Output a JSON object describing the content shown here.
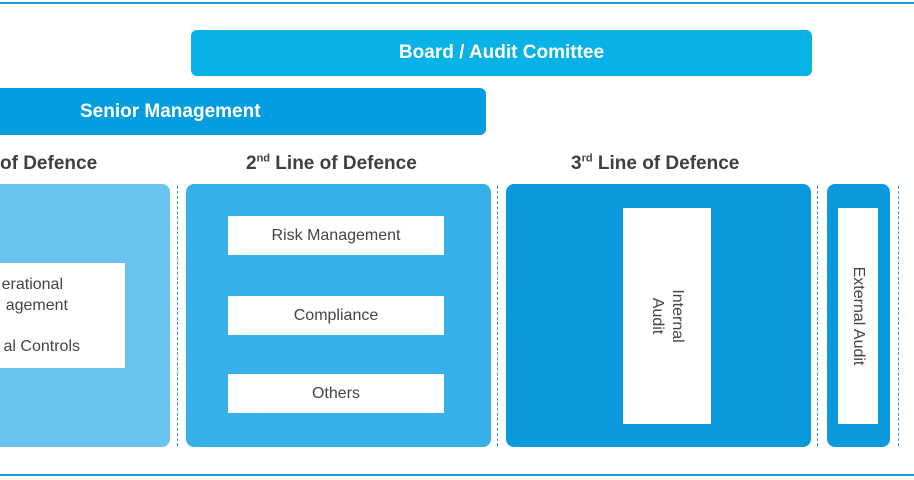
{
  "board": {
    "label": "Board / Audit Comittee"
  },
  "senior": {
    "label": "Senior Management"
  },
  "lines": {
    "first": {
      "heading": "of Defence"
    },
    "second": {
      "heading_prefix": "2",
      "heading_sup": "nd",
      "heading_rest": " Line of Defence"
    },
    "third": {
      "heading_prefix": "3",
      "heading_sup": "rd",
      "heading_rest": " Line of Defence"
    }
  },
  "first_line_box": {
    "line1": "erational",
    "line2": "agement",
    "line3": "al Controls"
  },
  "second_line_boxes": [
    "Risk Management",
    "Compliance",
    "Others"
  ],
  "third_line_box": {
    "line1": "Internal",
    "line2": "Audit"
  },
  "external_box": {
    "label": "External Audit"
  },
  "colors": {
    "board": "#07b2e6",
    "senior": "#049ee0",
    "first_panel": "#69c3ee",
    "second_panel": "#37b0e9",
    "third_panel": "#0a99dd",
    "external_panel": "#0a99dd",
    "rule": "#1a9fd9",
    "heading_text": "#3f3f3f",
    "box_text": "#444444"
  }
}
